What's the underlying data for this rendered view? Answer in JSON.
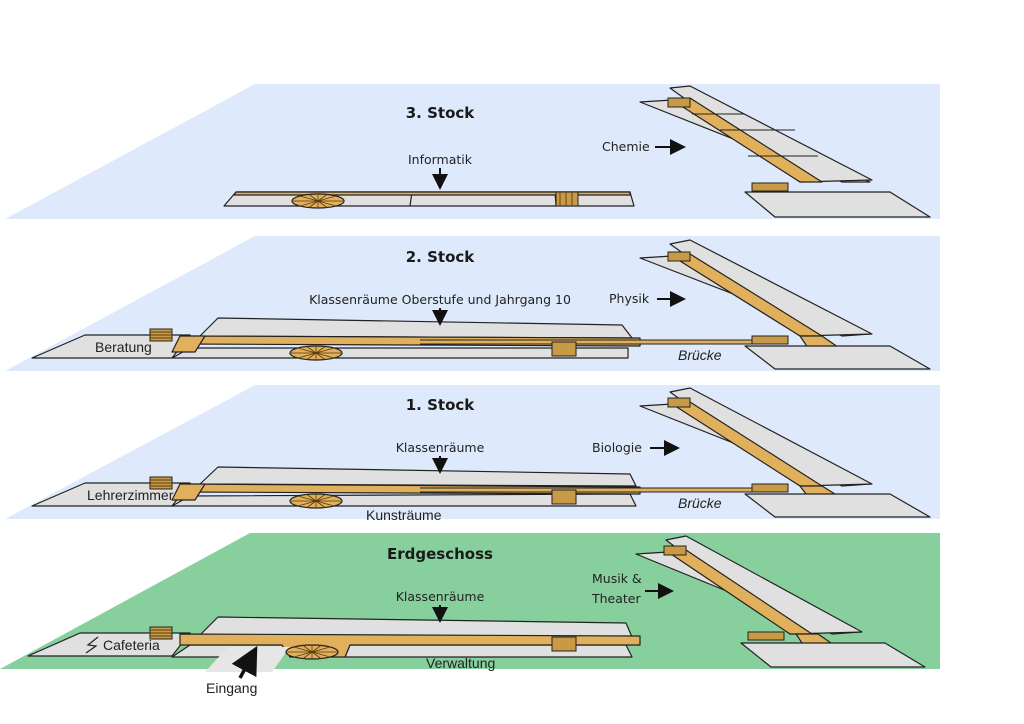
{
  "colors": {
    "upper_floor": "#deeafb",
    "ground_floor": "#88cf9e",
    "room": "#e0e0e0",
    "hallway": "#e0b05c",
    "outline": "#222222"
  },
  "floors": [
    {
      "title": "3. Stock",
      "labels": {
        "main": "Informatik",
        "wing": "Chemie"
      }
    },
    {
      "title": "2. Stock",
      "labels": {
        "main": "Klassenräume Oberstufe und Jahrgang 10",
        "wing": "Physik",
        "room": "Beratung",
        "bridge": "Brücke"
      }
    },
    {
      "title": "1. Stock",
      "labels": {
        "main": "Klassenräume",
        "wing": "Biologie",
        "room": "Lehrerzimmer",
        "lower": "Kunsträume",
        "bridge": "Brücke"
      }
    },
    {
      "title": "Erdgeschoss",
      "labels": {
        "main": "Klassenräume",
        "wing_line1": "Musik &",
        "wing_line2": "Theater",
        "room": "Cafeteria",
        "lower": "Verwaltung",
        "entrance": "Eingang"
      }
    }
  ]
}
